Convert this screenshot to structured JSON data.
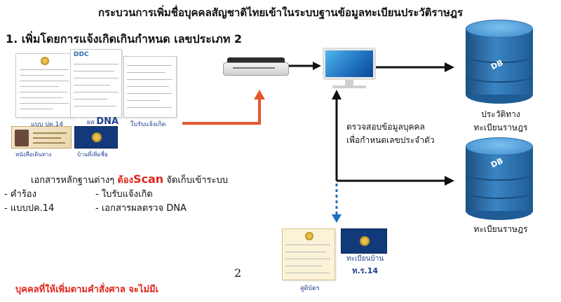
{
  "title": "กระบวนการเพิ่มชื่อบุคคลสัญชาติไทยเข้าในระบบฐานข้อมูลทะเบียนประวัติราษฎร",
  "step": {
    "number": "1.",
    "text": "เพิ่มโดยการแจ้งเกิดเกินกำหนด เลขประเภท 2"
  },
  "documents": {
    "request_form": "แบบ ปค.14",
    "dna_pre": "ผล",
    "dna": "DNA",
    "birth_receipt": "ใบรับแจ้งเกิด",
    "dna_header": "DDC",
    "passport": "หนังสือเดินทาง",
    "house_registration": "บ้านที่เพิ่มชื่อ",
    "birth_certificate": "สูติบัตร",
    "house_reg_14_a": "ทะเบียนบ้าน",
    "house_reg_14_b": "ท.ร.14"
  },
  "scan_note": {
    "prefix": "เอกสารหลักฐานต่างๆ",
    "must": "ต้อง",
    "scan": "Scan",
    "suffix": "จัดเก็บเข้าระบบ",
    "items": [
      "- คำร้อง",
      "- แบบปค.14",
      "- ใบรับแจ้งเกิด",
      "- เอกสารผลตรวจ DNA"
    ]
  },
  "verify": {
    "line1": "ตรวจสอบข้อมูลบุคคล",
    "line2": "เพื่อกำหนดเลขประจำตัว"
  },
  "databases": [
    {
      "tag": "DB",
      "line1": "ประวัติทาง",
      "line2": "ทะเบียนราษฎร"
    },
    {
      "tag": "DB",
      "line1": "ทะเบียนราษฎร",
      "line2": ""
    }
  ],
  "page_number": "2",
  "footer": "บุคคลที่ให้เพิ่มตามคำสั่งศาล จะไม่มีเ",
  "colors": {
    "arrow_orange": "#e4572e",
    "arrow_black": "#111111",
    "arrow_blue": "#1f6fbe",
    "accent_red": "#e1261c",
    "db_blue": "#2f74b5"
  }
}
